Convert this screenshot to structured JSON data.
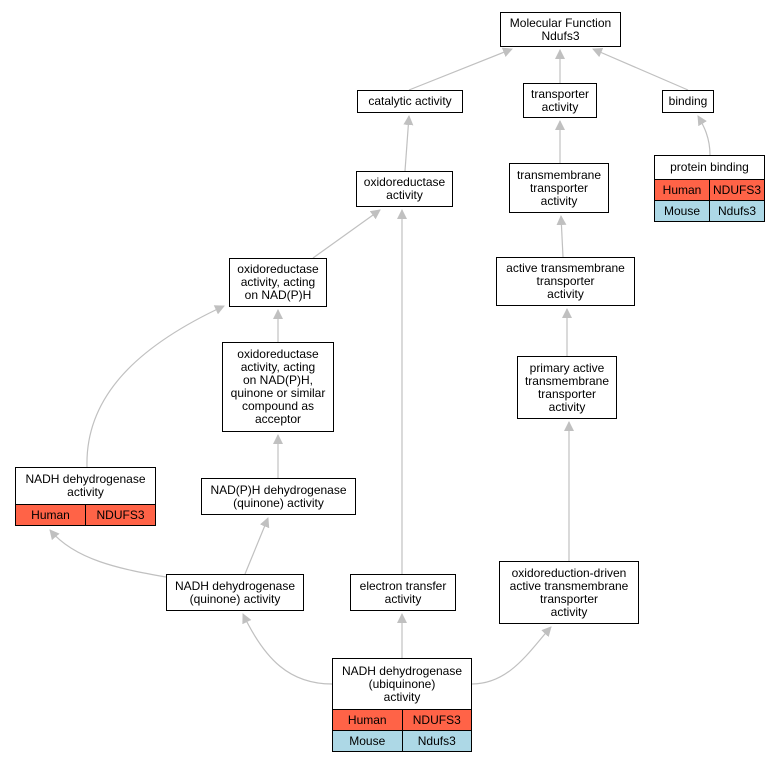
{
  "diagram": {
    "type": "go-term-graph",
    "edge_color": "#c0c0c0",
    "species_colors": {
      "Human": "#ff6347",
      "Mouse": "#add8e6"
    },
    "nodes": [
      {
        "id": "mf",
        "label": "Molecular Function\nNdufs3"
      },
      {
        "id": "catalytic",
        "label": "catalytic activity"
      },
      {
        "id": "transporter",
        "label": "transporter\nactivity"
      },
      {
        "id": "binding",
        "label": "binding"
      },
      {
        "id": "protbind",
        "label": "protein binding",
        "genes": [
          [
            "Human",
            "NDUFS3"
          ],
          [
            "Mouse",
            "Ndufs3"
          ]
        ]
      },
      {
        "id": "oxred",
        "label": "oxidoreductase\nactivity"
      },
      {
        "id": "tm",
        "label": "transmembrane\ntransporter\nactivity"
      },
      {
        "id": "oxnadph",
        "label": "oxidoreductase\nactivity, acting\non NAD(P)H"
      },
      {
        "id": "atm",
        "label": "active transmembrane\ntransporter\nactivity"
      },
      {
        "id": "oxquin",
        "label": "oxidoreductase\nactivity, acting\non NAD(P)H,\nquinone or similar\ncompound as\nacceptor"
      },
      {
        "id": "patm",
        "label": "primary active\ntransmembrane\ntransporter\nactivity"
      },
      {
        "id": "nadhdh",
        "label": "NADH dehydrogenase\nactivity",
        "genes": [
          [
            "Human",
            "NDUFS3"
          ]
        ]
      },
      {
        "id": "nadphq",
        "label": "NAD(P)H dehydrogenase\n(quinone) activity"
      },
      {
        "id": "nadhq",
        "label": "NADH dehydrogenase\n(quinone) activity"
      },
      {
        "id": "etrans",
        "label": "electron transfer\nactivity"
      },
      {
        "id": "oxdriven",
        "label": "oxidoreduction-driven\nactive transmembrane\ntransporter\nactivity"
      },
      {
        "id": "nadhubq",
        "label": "NADH dehydrogenase\n(ubiquinone)\nactivity",
        "genes": [
          [
            "Human",
            "NDUFS3"
          ],
          [
            "Mouse",
            "Ndufs3"
          ]
        ]
      }
    ],
    "edges": [
      {
        "from": "catalytic",
        "to": "mf"
      },
      {
        "from": "transporter",
        "to": "mf"
      },
      {
        "from": "binding",
        "to": "mf"
      },
      {
        "from": "protbind",
        "to": "binding"
      },
      {
        "from": "oxred",
        "to": "catalytic"
      },
      {
        "from": "tm",
        "to": "transporter"
      },
      {
        "from": "oxnadph",
        "to": "oxred"
      },
      {
        "from": "etrans",
        "to": "oxred"
      },
      {
        "from": "atm",
        "to": "tm"
      },
      {
        "from": "oxquin",
        "to": "oxnadph"
      },
      {
        "from": "nadhdh",
        "to": "oxnadph"
      },
      {
        "from": "patm",
        "to": "atm"
      },
      {
        "from": "nadphq",
        "to": "oxquin"
      },
      {
        "from": "oxdriven",
        "to": "patm"
      },
      {
        "from": "nadhq",
        "to": "nadhdh"
      },
      {
        "from": "nadhq",
        "to": "nadphq"
      },
      {
        "from": "nadhubq",
        "to": "nadhq"
      },
      {
        "from": "nadhubq",
        "to": "etrans"
      },
      {
        "from": "nadhubq",
        "to": "oxdriven"
      }
    ]
  }
}
